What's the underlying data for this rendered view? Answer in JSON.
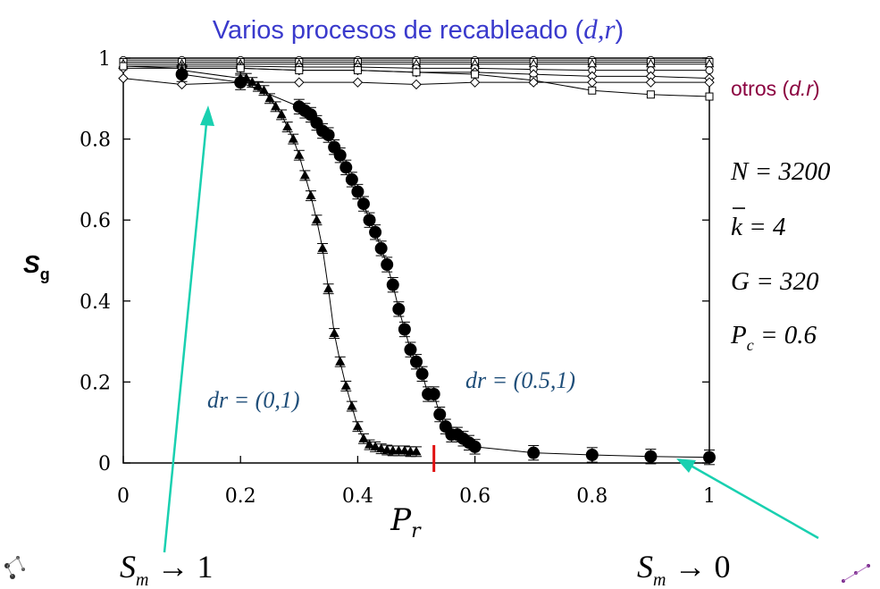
{
  "chart_data": {
    "type": "scatter",
    "title": "Varios procesos de recableado (d,r)",
    "title_prefix": "Varios procesos de recableado (",
    "title_math": "d,r",
    "title_suffix": ")",
    "xlabel_main": "P",
    "xlabel_sub": "r",
    "ylabel_main": "S",
    "ylabel_sub": "g",
    "xlim": [
      0,
      1
    ],
    "ylim": [
      0,
      1
    ],
    "xticks": [
      "0",
      "0.2",
      "0.4",
      "0.6",
      "0.8",
      "1"
    ],
    "yticks": [
      "0",
      "0.2",
      "0.4",
      "0.6",
      "0.8",
      "1"
    ],
    "grid": false,
    "threshold_marker_x": 0.53,
    "series": [
      {
        "name": "dr = (0,1)",
        "marker": "triangle",
        "x": [
          0.1,
          0.2,
          0.21,
          0.22,
          0.23,
          0.24,
          0.25,
          0.26,
          0.27,
          0.28,
          0.29,
          0.3,
          0.31,
          0.32,
          0.33,
          0.34,
          0.35,
          0.36,
          0.37,
          0.38,
          0.39,
          0.4,
          0.41,
          0.42,
          0.43,
          0.44,
          0.45,
          0.46,
          0.47,
          0.48,
          0.49,
          0.5
        ],
        "y": [
          0.97,
          0.95,
          0.95,
          0.94,
          0.93,
          0.92,
          0.9,
          0.88,
          0.86,
          0.83,
          0.8,
          0.76,
          0.71,
          0.66,
          0.6,
          0.53,
          0.43,
          0.32,
          0.25,
          0.19,
          0.14,
          0.09,
          0.06,
          0.045,
          0.04,
          0.035,
          0.032,
          0.03,
          0.03,
          0.03,
          0.028,
          0.028
        ]
      },
      {
        "name": "dr = (0.5,1)",
        "marker": "circle",
        "x": [
          0.1,
          0.2,
          0.3,
          0.31,
          0.32,
          0.33,
          0.34,
          0.35,
          0.36,
          0.37,
          0.38,
          0.39,
          0.4,
          0.41,
          0.42,
          0.43,
          0.44,
          0.45,
          0.46,
          0.47,
          0.48,
          0.49,
          0.5,
          0.51,
          0.52,
          0.53,
          0.54,
          0.55,
          0.56,
          0.57,
          0.58,
          0.59,
          0.6,
          0.7,
          0.8,
          0.9,
          1.0
        ],
        "y": [
          0.96,
          0.94,
          0.88,
          0.87,
          0.86,
          0.84,
          0.82,
          0.81,
          0.78,
          0.76,
          0.73,
          0.7,
          0.67,
          0.64,
          0.6,
          0.57,
          0.53,
          0.49,
          0.44,
          0.38,
          0.33,
          0.28,
          0.25,
          0.22,
          0.17,
          0.17,
          0.12,
          0.09,
          0.07,
          0.07,
          0.06,
          0.05,
          0.04,
          0.025,
          0.02,
          0.016,
          0.014
        ]
      },
      {
        "name": "otros (d.r) - open circles",
        "marker": "open-circle",
        "x": [
          0,
          0.1,
          0.2,
          0.3,
          0.4,
          0.5,
          0.6,
          0.7,
          0.8,
          0.9,
          1.0
        ],
        "y": [
          0.995,
          0.995,
          0.995,
          0.995,
          0.995,
          0.995,
          0.995,
          0.995,
          0.995,
          0.995,
          0.995
        ]
      },
      {
        "name": "otros (d.r) - open squares 1",
        "marker": "open-square",
        "x": [
          0,
          0.1,
          0.2,
          0.3,
          0.4,
          0.5,
          0.6,
          0.7,
          0.8,
          0.9,
          1.0
        ],
        "y": [
          0.99,
          0.99,
          0.99,
          0.99,
          0.99,
          0.99,
          0.99,
          0.99,
          0.99,
          0.99,
          0.99
        ]
      },
      {
        "name": "otros (d.r) - open triangles",
        "marker": "open-triangle",
        "x": [
          0,
          0.1,
          0.2,
          0.3,
          0.4,
          0.5,
          0.6,
          0.7,
          0.8,
          0.9,
          1.0
        ],
        "y": [
          0.985,
          0.985,
          0.985,
          0.985,
          0.985,
          0.985,
          0.985,
          0.985,
          0.985,
          0.985,
          0.985
        ]
      },
      {
        "name": "otros (d.r) - open circles 2",
        "marker": "open-circle",
        "x": [
          0,
          0.1,
          0.2,
          0.3,
          0.4,
          0.5,
          0.6,
          0.7,
          0.8,
          0.9,
          1.0
        ],
        "y": [
          0.98,
          0.98,
          0.98,
          0.978,
          0.978,
          0.975,
          0.975,
          0.972,
          0.97,
          0.97,
          0.97
        ]
      },
      {
        "name": "otros (d.r) - open diamonds",
        "marker": "open-diamond",
        "x": [
          0,
          0.1,
          0.2,
          0.3,
          0.4,
          0.5,
          0.6,
          0.7,
          0.8,
          0.9,
          1.0
        ],
        "y": [
          0.975,
          0.975,
          0.975,
          0.97,
          0.97,
          0.965,
          0.965,
          0.96,
          0.955,
          0.955,
          0.95
        ]
      },
      {
        "name": "otros (d.r) - open squares 2",
        "marker": "open-square",
        "x": [
          0,
          0.1,
          0.2,
          0.3,
          0.4,
          0.5,
          0.6,
          0.7,
          0.8,
          0.9,
          1.0
        ],
        "y": [
          0.98,
          0.975,
          0.975,
          0.97,
          0.97,
          0.965,
          0.96,
          0.945,
          0.92,
          0.91,
          0.905
        ]
      },
      {
        "name": "otros (d.r) - open diamonds 2",
        "marker": "open-diamond",
        "x": [
          0,
          0.1,
          0.2,
          0.3,
          0.4,
          0.5,
          0.6,
          0.7,
          0.8,
          0.9,
          1.0
        ],
        "y": [
          0.95,
          0.935,
          0.94,
          0.94,
          0.94,
          0.935,
          0.94,
          0.94,
          0.94,
          0.94,
          0.94
        ]
      }
    ],
    "annotations": {
      "others_prefix": "otros (",
      "others_math": "d.r",
      "others_suffix": ")",
      "dr01": "dr = (0,1)",
      "dr051": "dr = (0.5,1)",
      "params": {
        "N": "N = 3200",
        "k": "k = 4",
        "G": "G = 320",
        "Pc_main": "P",
        "Pc_sub": "c",
        "Pc_value": " = 0.6"
      },
      "sm1_main": "S",
      "sm1_sub": "m",
      "sm1_value": " → 1",
      "sm0_main": "S",
      "sm0_sub": "m",
      "sm0_value": " → 0"
    },
    "colors": {
      "title": "#3a3acc",
      "others": "#8b0040",
      "dr_labels": "#1f4e79",
      "arrows": "#19d0b0",
      "threshold": "#e01010",
      "axis": "#000000"
    }
  }
}
